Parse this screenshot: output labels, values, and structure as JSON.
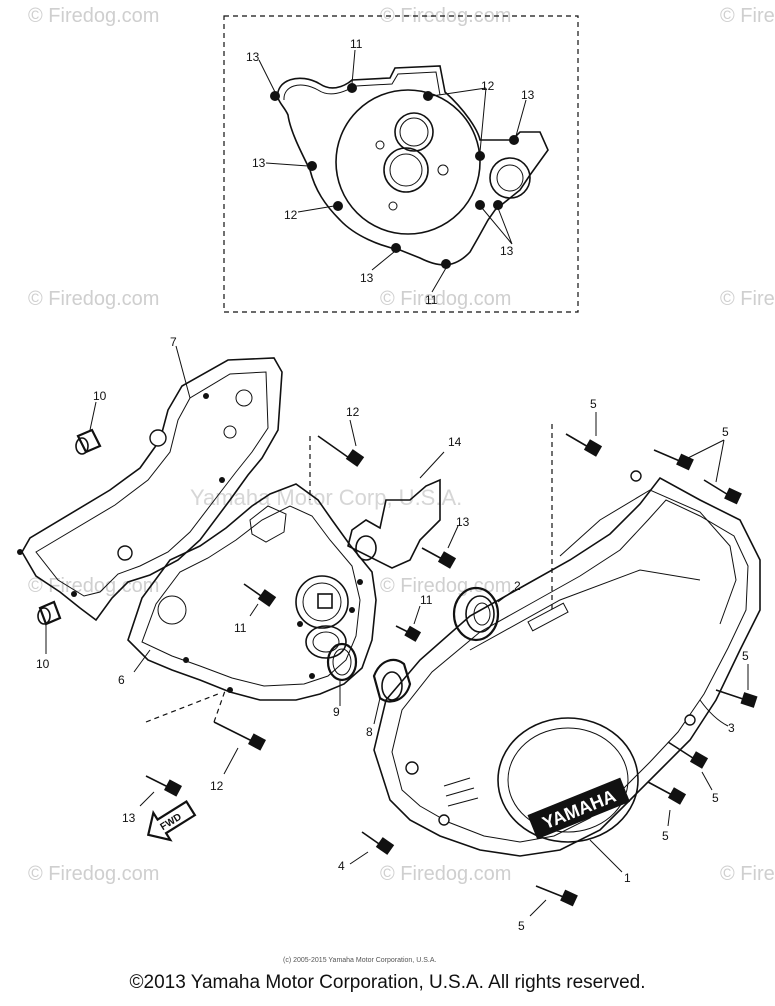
{
  "watermark_text": "© Firedog.com",
  "center_watermark": "Yamaha Motor Corp, U.S.A.",
  "fine_copyright": "(c) 2005-2015 Yamaha Motor Corporation, U.S.A.",
  "footer_copyright": "©2013 Yamaha Motor Corporation, U.S.A. All rights reserved.",
  "cover_brand": "YAMAHA",
  "fwd_label": "FWD",
  "callouts": {
    "c13a": "13",
    "c11a": "11",
    "c12a": "12",
    "c13b": "13",
    "c13c": "13",
    "c12b": "12",
    "c13d": "13",
    "c13e": "13",
    "c11b": "11",
    "c7": "7",
    "c10a": "10",
    "c10b": "10",
    "c12c": "12",
    "c14": "14",
    "c5a": "5",
    "c5b": "5",
    "c13f": "13",
    "c11c": "11",
    "c2": "2",
    "c11d": "11",
    "c6": "6",
    "c9": "9",
    "c8": "8",
    "c5c": "5",
    "c3": "3",
    "c5d": "5",
    "c5e": "5",
    "c13g": "13",
    "c12d": "12",
    "c4": "4",
    "c1": "1",
    "c5f": "5"
  }
}
